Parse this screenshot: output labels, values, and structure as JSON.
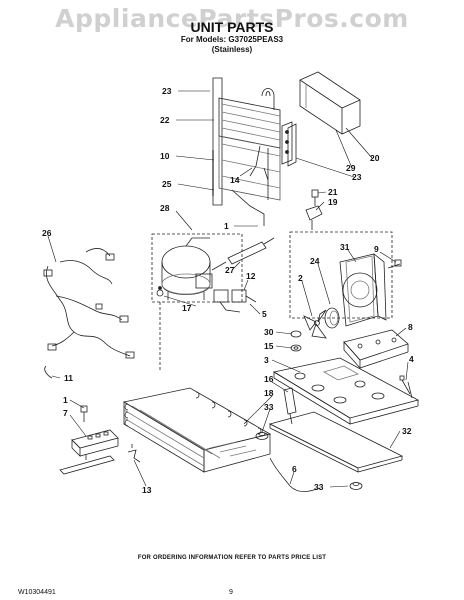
{
  "header": {
    "watermark": "AppliancePartsPros.com",
    "title": "UNIT PARTS",
    "models_line1": "For Models: G37025PEAS3",
    "models_line2": "(Stainless)"
  },
  "footer": {
    "note": "FOR ORDERING INFORMATION REFER TO PARTS PRICE LIST",
    "doc_id": "W10304491",
    "page": "9"
  },
  "callouts": {
    "c23a": "23",
    "c22": "22",
    "c10": "10",
    "c14": "14",
    "c25": "25",
    "c28": "28",
    "c1a": "1",
    "c26": "26",
    "c27": "27",
    "c12": "12",
    "c17": "17",
    "c5": "5",
    "c20": "20",
    "c29": "29",
    "c23b": "23",
    "c21": "21",
    "c19": "19",
    "c31": "31",
    "c9": "9",
    "c24": "24",
    "c2": "2",
    "c8": "8",
    "c30": "30",
    "c15": "15",
    "c3": "3",
    "c4": "4",
    "c11": "11",
    "c16": "16",
    "c18": "18",
    "c33a": "33",
    "c1b": "1",
    "c7": "7",
    "c32": "32",
    "c6": "6",
    "c33b": "33",
    "c13": "13"
  }
}
